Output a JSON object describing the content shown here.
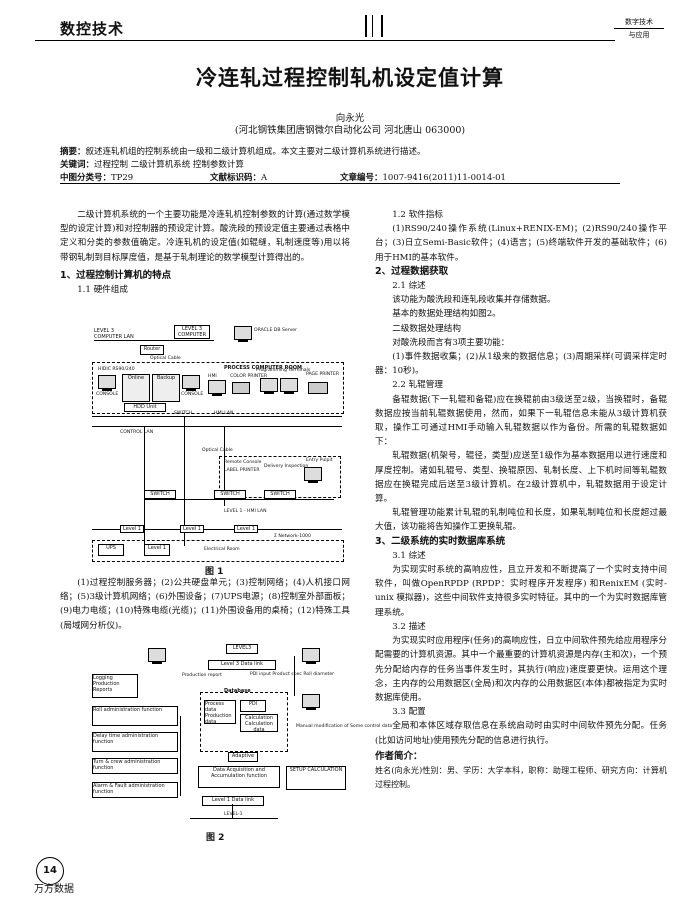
{
  "header": {
    "column": "数控技术",
    "logo_line1": "数字技术",
    "logo_line2": "与应用"
  },
  "article": {
    "title": "冷连轧过程控制轧机设定值计算",
    "author": "向永光",
    "affiliation": "(河北钢铁集团唐钢微尔自动化公司  河北唐山  063000)",
    "abstract_label": "摘要：",
    "abstract": "叙述连轧机组的控制系统由一级和二级计算机组成。本文主要对二级计算机系统进行描述。",
    "keywords_label": "关键词：",
    "keywords": "过程控制  二级计算机系统  控制参数计算",
    "clc_label": "中图分类号：",
    "clc": "TP29",
    "doc_code_label": "文献标识码：",
    "doc_code": "A",
    "article_no_label": "文章编号：",
    "article_no": "1007-9416(2011)11-0014-01"
  },
  "left_col": {
    "intro": "二级计算机系统的一个主要功能是冷连轧机控制参数的计算(通过数学模型的设定计算)和对控制器的预设定计算。酸洗段的预设定值主要通过表格中定义和分类的参数值确定。冷连轧机的设定值(如辊缝，轧制速度等)用以将带钢轧制到目标厚度值，是基于轧制理论的数学模型计算得出的。",
    "sec1": "1、过程控制计算机的特点",
    "sub11": "1.1 硬件组成",
    "fig1_caption": "图 1",
    "fig1_desc": "(1)过程控制服务器；(2)公共硬盘单元；(3)控制网络；(4)人机接口网络；(5)3级计算机网络；(6)外围设备；(7)UPS电源；(8)控制室外部面板；(9)电力电缆；(10)特殊电缆(光缆)；(11)外围设备用的桌椅；(12)特殊工具(局域网分析仪)。",
    "fig2_caption": "图 2"
  },
  "fig1": {
    "labels": [
      "LEVEL 3 COMPUTER LAN",
      "LEVEL 3 COMPUTER",
      "ORACLE DB Server",
      "Router",
      "Optical Cable",
      "PROCESS COMPUTER ROOM",
      "HIDIC RS90/240",
      "CONSOLE",
      "Online",
      "Backup",
      "HMI",
      "COLOR PRINTER",
      "Programming Terminals",
      "PAGE PRINTER",
      "HIDIC HMI",
      "HDD Unit",
      "SWITCH",
      "HMI LAN",
      "CONTROL LAN",
      "Optical Cable",
      "Remote Console",
      "LABEL PRINTER",
      "Delivery Inspection",
      "Entry Pulpit",
      "Electrical Room",
      "LEVEL 1 - HMI LAN",
      "Level 1",
      "UPS",
      "Σ Network-1000"
    ]
  },
  "fig2": {
    "labels": [
      "LEVEL3",
      "Level 3 Data link",
      "Production report",
      "PDI input Product spec Roll diameter",
      "Logging Production Reports",
      "Database",
      "Process data Production data",
      "PDI",
      "Calculation Calculation data",
      "Roll administration function",
      "Delay time administration function",
      "Turn & crew administration function",
      "Alarm & Fault administration function",
      "Manual modification of Some control data",
      "Adaptive",
      "Data Acquisition and Accumulation function",
      "SETUP CALCULATION",
      "Level 1 Data link",
      "LEVEL-1"
    ]
  },
  "right_col": {
    "sub12": "1.2 软件指标",
    "p12": "(1)RS90/240操作系统(Linux+RENIX-EM)；(2)RS90/240操作平台；(3)日立Semi-Basic软件；(4)语言；(5)终端软件开发的基础软件；(6)用于HMI的基本软件。",
    "sec2": "2、过程数据获取",
    "sub21": "2.1 综述",
    "p21a": "该功能为酸洗段和连轧段收集并存储数据。",
    "p21b": "基本的数据处理结构如图2。",
    "p21c": "二级数据处理结构",
    "p21d": "对酸洗段而言有3项主要功能：",
    "p21e": "(1)事件数据收集；(2)从1级来的数据信息；(3)周期采样(可调采样定时器：10秒)。",
    "sub22": "2.2 轧辊管理",
    "p22a": "备辊数据(下一轧辊和备辊)应在换辊前由3级送至2级，当换辊时，备辊数据应按当前轧辊数据使用，然而，如果下一轧辊信息未能从3级计算机获取，操作工可通过HMI手动输入轧辊数据以作为备份。所需的轧辊数据如下：",
    "p22b": "轧辊数据(机架号，辊径，类型)应送至1级作为基本数据用以进行速度和厚度控制。诸如轧辊号、类型、换辊原因、轧制长度、上下机时间等轧辊数据应在换辊完成后送至3级计算机。在2级计算机中，轧辊数据用于设定计算。",
    "p22c": "轧辊管理功能累计轧辊的轧制吨位和长度，如果轧制吨位和长度超过最大值，该功能将告知操作工更换轧辊。",
    "sec3": "3、二级系统的实时数据库系统",
    "sub31": "3.1 综述",
    "p31": "为实现实时系统的高响应性，且立开发和不断提高了一个实时支持中间软件，叫做OpenRPDP (RPDP：实时程序开发程序) 和RenixEM (实时-unix 模拟器)，这些中间软件支持很多实时特征。其中的一个为实时数据库管理系统。",
    "sub32": "3.2 描述",
    "p32": "为实现实时应用程序(任务)的高响应性，日立中间软件预先给应用程序分配需要的计算机资源。其中一个最重要的计算机资源是内存(主和次)，一个预先分配给内存的任务当事件发生时，其执行(响应)速度要更快。运用这个理念，主内存的公用数据区(全局)和次内存的公用数据区(本体)都被指定为实时数据库使用。",
    "sub33": "3.3 配置",
    "p33": "全局和本体区域存取信息在系统启动时由实时中间软件预先分配。任务(比如访问地址)使用预先分配的信息进行执行。",
    "author_intro_label": "作者简介：",
    "author_intro": "姓名(向永光)性别：男、学历：大学本科，职称：助理工程师、研究方向：计算机过程控制。"
  },
  "footer": {
    "page": "14",
    "watermark": "万方数据"
  }
}
